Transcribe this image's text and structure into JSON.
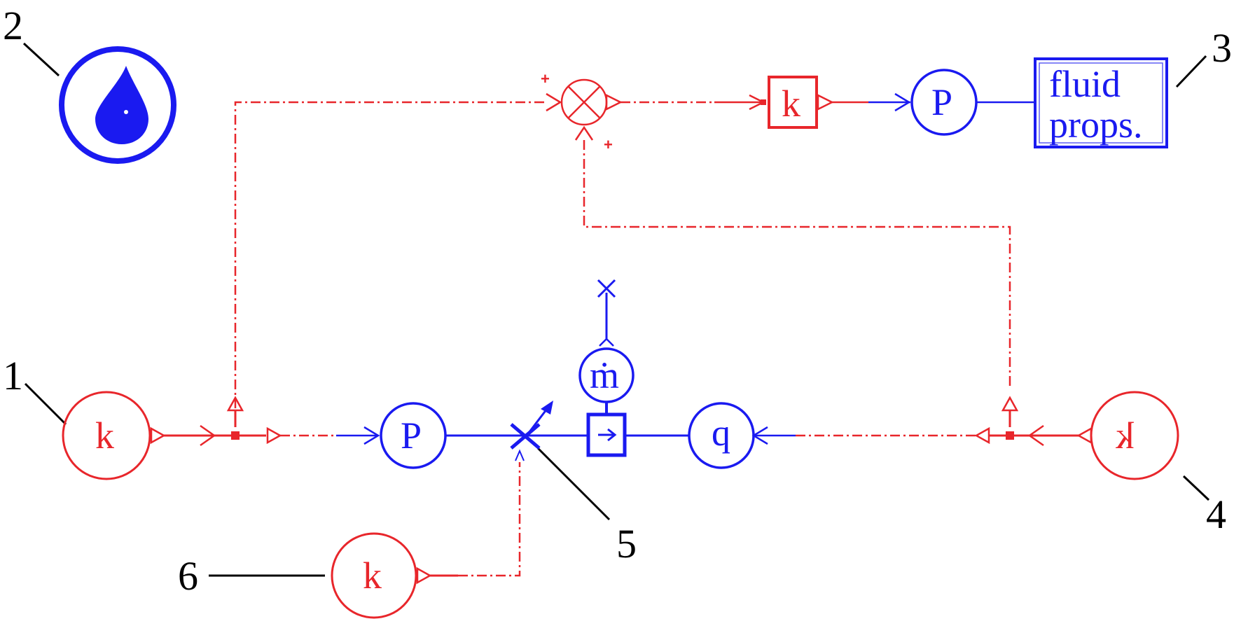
{
  "callouts": {
    "c1": "1",
    "c2": "2",
    "c3": "3",
    "c4": "4",
    "c5": "5",
    "c6": "6"
  },
  "symbols": {
    "source1_k": "k",
    "source4_k": "k",
    "source6_k": "k",
    "pressure_left": "P",
    "pressure_top": "P",
    "heat_flow": "q",
    "mass_flow": "ṁ",
    "gain_k": "k"
  },
  "fluid_props": {
    "line1": "fluid",
    "line2": "props."
  },
  "sum_signs": {
    "top": "+",
    "bottom": "+"
  },
  "colors": {
    "signal": "#e8262b",
    "hydraulic": "#1a1af0",
    "callout": "#000000"
  }
}
